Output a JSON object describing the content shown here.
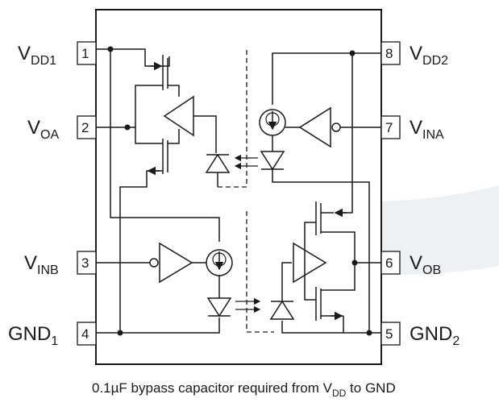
{
  "pins": {
    "p1": {
      "num": "1",
      "main": "V",
      "sub": "DD1"
    },
    "p2": {
      "num": "2",
      "main": "V",
      "sub": "OA"
    },
    "p3": {
      "num": "3",
      "main": "V",
      "sub": "INB"
    },
    "p4": {
      "num": "4",
      "main": "GND",
      "sub": "1"
    },
    "p5": {
      "num": "5",
      "main": "GND",
      "sub": "2"
    },
    "p6": {
      "num": "6",
      "main": "V",
      "sub": "OB"
    },
    "p7": {
      "num": "7",
      "main": "V",
      "sub": "INA"
    },
    "p8": {
      "num": "8",
      "main": "V",
      "sub": "DD2"
    }
  },
  "caption": {
    "prefix": "0.1µF bypass capacitor required from V",
    "sub": "DD",
    "suffix": " to GND"
  },
  "colors": {
    "ink": "#1a1a1a",
    "background": "#ffffff",
    "watermark": "#eef1f4"
  }
}
